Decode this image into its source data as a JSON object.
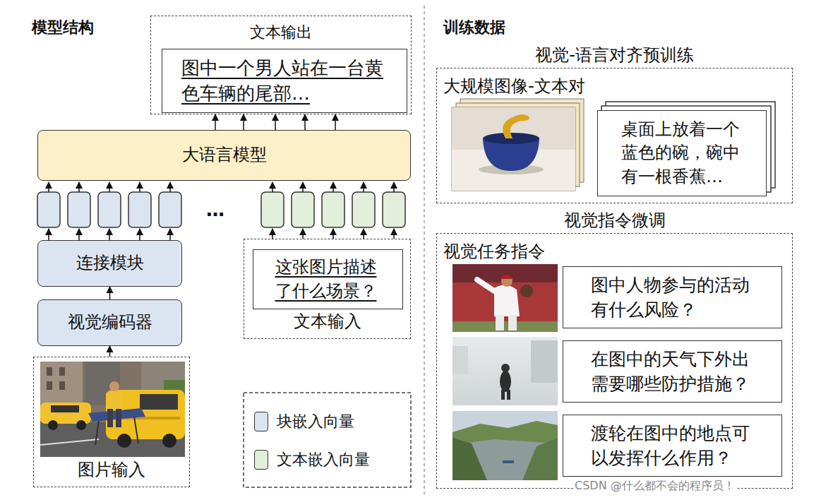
{
  "diagram": {
    "nodes": [
      {
        "text": [
          "文本输出"
        ]
      },
      {
        "text": [
          "图中一个男人站在一台黄色车辆的尾部…"
        ],
        "in": 0
      },
      {
        "text": [
          "大语言模型"
        ]
      },
      {
        "text": [
          "连接模块"
        ]
      },
      {
        "text": [
          "视觉编码器"
        ]
      },
      {
        "text": [
          "图片输入"
        ]
      },
      {
        "text": [
          "文本输入"
        ]
      },
      {
        "text": [
          "这张图片描述了什么场景？"
        ],
        "in": 6
      },
      {
        "text": [
          "视觉-语言对齐预训练",
          "大规模图像-文本对"
        ]
      },
      {
        "text": [
          "桌面上放着一个蓝色的碗，碗中有一根香蕉…"
        ],
        "in": 8
      },
      {
        "text": [
          "视觉指令微调",
          "视觉任务指令"
        ]
      },
      {
        "text": [
          "图中人物参与的活动有什么风险？"
        ],
        "in": 10
      },
      {
        "text": [
          "在图中的天气下外出需要哪些防护措施？"
        ],
        "in": 10
      },
      {
        "text": [
          "渡轮在图中的地点可以发挥什么作用？"
        ],
        "in": 10
      }
    ],
    "edges": [
      {
        "from": 2,
        "to": 0,
        "arrow": "to"
      },
      {
        "from": 2,
        "to": 0,
        "arrow": "to"
      },
      {
        "from": 2,
        "to": 0,
        "arrow": "to"
      },
      {
        "from": 2,
        "to": 0,
        "arrow": "to"
      },
      {
        "from": 2,
        "to": 0,
        "arrow": "to"
      },
      {
        "from": 5,
        "to": 4,
        "arrow": "to"
      },
      {
        "from": 4,
        "to": 3,
        "arrow": "to"
      }
    ],
    "labels": [
      "模型结构",
      "训练数据",
      "…",
      "CSDN @什么都不会的程序员！"
    ],
    "legend": [
      {
        "text": "块嵌入向量",
        "color": "#dbe5f1"
      },
      {
        "text": "文本嵌入向量",
        "color": "#e2efda"
      }
    ]
  }
}
